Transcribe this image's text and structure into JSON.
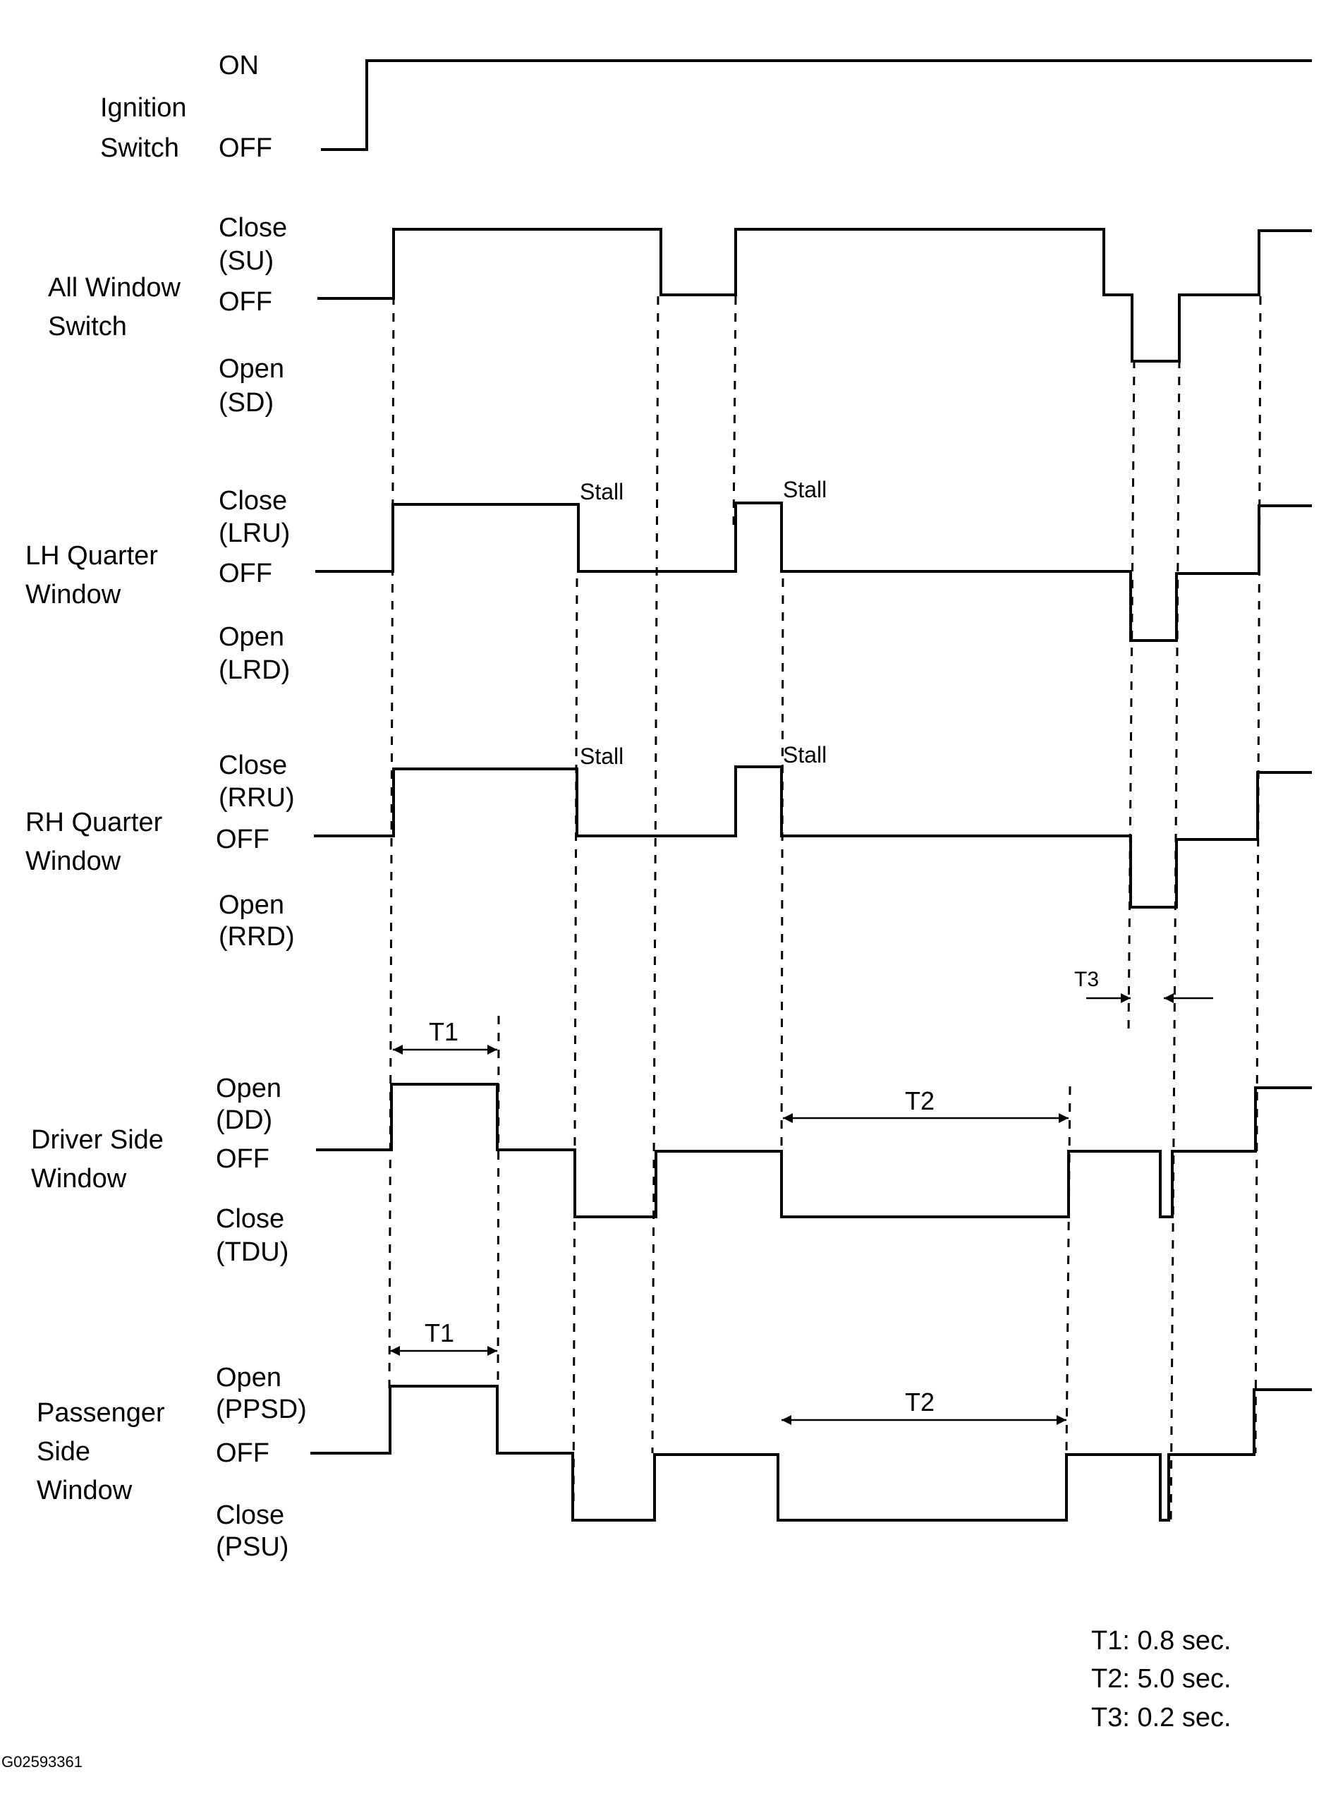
{
  "signals": [
    {
      "name_lines": [
        "Ignition",
        "Switch"
      ],
      "states": [
        "ON",
        "OFF"
      ]
    },
    {
      "name_lines": [
        "All Window",
        "Switch"
      ],
      "states": [
        "Close",
        "(SU)",
        "OFF",
        "Open",
        "(SD)"
      ]
    },
    {
      "name_lines": [
        "LH Quarter",
        "Window"
      ],
      "states": [
        "Close",
        "(LRU)",
        "OFF",
        "Open",
        "(LRD)"
      ]
    },
    {
      "name_lines": [
        "RH Quarter",
        "Window"
      ],
      "states": [
        "Close",
        "(RRU)",
        "OFF",
        "Open",
        "(RRD)"
      ]
    },
    {
      "name_lines": [
        "Driver Side",
        "Window"
      ],
      "states": [
        "Open",
        "(DD)",
        "OFF",
        "Close",
        "(TDU)"
      ]
    },
    {
      "name_lines": [
        "Passenger",
        "Side",
        "Window"
      ],
      "states": [
        "Open",
        "(PPSD)",
        "OFF",
        "Close",
        "(PSU)"
      ]
    }
  ],
  "annotations": {
    "stall": "Stall",
    "t1": "T1",
    "t2": "T2",
    "t3": "T3"
  },
  "legend": [
    "T1: 0.8 sec.",
    "T2: 5.0 sec.",
    "T3: 0.2 sec."
  ],
  "figure_id": "G02593361"
}
